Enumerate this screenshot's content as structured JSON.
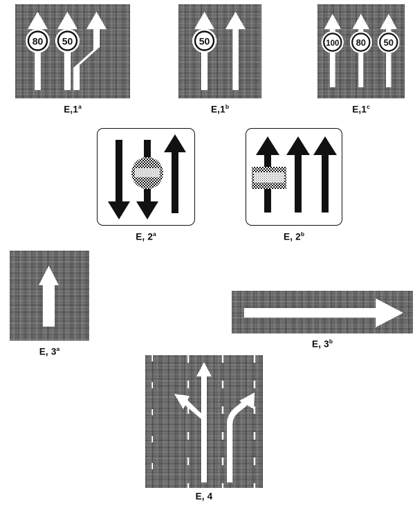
{
  "document": {
    "title": "Road marking / lane-signal reference plate set E",
    "background_color": "#ffffff",
    "ink_color": "#111111",
    "plate_fill": "halftone-50-percent-grey",
    "white_plate_fill": "#ffffff"
  },
  "panels": [
    {
      "id": "E1a",
      "caption_main": "E,1",
      "caption_sup": "a",
      "plate_style": "halftone",
      "arrows": [
        {
          "name": "lane-arrow-left",
          "direction": "up",
          "color": "#ffffff"
        },
        {
          "name": "lane-arrow-middle",
          "direction": "up",
          "color": "#ffffff"
        },
        {
          "name": "lane-arrow-right-merge",
          "direction": "up-curving-right",
          "color": "#ffffff"
        }
      ],
      "speed_roundels": [
        {
          "name": "speed-roundel-80",
          "value": "80",
          "lane": "left"
        },
        {
          "name": "speed-roundel-50",
          "value": "50",
          "lane": "middle"
        }
      ]
    },
    {
      "id": "E1b",
      "caption_main": "E,1",
      "caption_sup": "b",
      "plate_style": "halftone",
      "arrows": [
        {
          "name": "lane-arrow-left",
          "direction": "up",
          "color": "#ffffff"
        },
        {
          "name": "lane-arrow-right",
          "direction": "up",
          "color": "#ffffff"
        }
      ],
      "speed_roundels": [
        {
          "name": "speed-roundel-50",
          "value": "50",
          "lane": "left"
        }
      ]
    },
    {
      "id": "E1c",
      "caption_main": "E,1",
      "caption_sup": "c",
      "plate_style": "halftone",
      "arrows": [
        {
          "name": "lane-arrow-left",
          "direction": "up",
          "color": "#ffffff"
        },
        {
          "name": "lane-arrow-middle",
          "direction": "up",
          "color": "#ffffff"
        },
        {
          "name": "lane-arrow-right",
          "direction": "up",
          "color": "#ffffff"
        }
      ],
      "speed_roundels": [
        {
          "name": "speed-roundel-100",
          "value": "100",
          "lane": "left"
        },
        {
          "name": "speed-roundel-80",
          "value": "80",
          "lane": "middle"
        },
        {
          "name": "speed-roundel-50",
          "value": "50",
          "lane": "right"
        }
      ]
    },
    {
      "id": "E2a",
      "caption_main": "E, 2",
      "caption_sup": "a",
      "plate_style": "white-framed",
      "arrows": [
        {
          "name": "lane-arrow-left",
          "direction": "down",
          "color": "#111111"
        },
        {
          "name": "lane-arrow-middle",
          "direction": "down",
          "color": "#111111"
        },
        {
          "name": "lane-arrow-right",
          "direction": "up",
          "color": "#111111"
        }
      ],
      "badges": [
        {
          "name": "roundel-badge-illegible",
          "shape": "circle",
          "text": "",
          "lane": "middle"
        }
      ]
    },
    {
      "id": "E2b",
      "caption_main": "E, 2",
      "caption_sup": "b",
      "plate_style": "white-framed",
      "arrows": [
        {
          "name": "lane-arrow-left",
          "direction": "up",
          "color": "#111111"
        },
        {
          "name": "lane-arrow-middle",
          "direction": "up",
          "color": "#111111"
        },
        {
          "name": "lane-arrow-right",
          "direction": "up",
          "color": "#111111"
        }
      ],
      "badges": [
        {
          "name": "rectangular-badge-illegible",
          "shape": "rectangle",
          "text": "",
          "lane": "left"
        }
      ]
    },
    {
      "id": "E3a",
      "caption_main": "E, 3",
      "caption_sup": "a",
      "plate_style": "halftone",
      "arrows": [
        {
          "name": "lane-arrow-single",
          "direction": "up",
          "color": "#ffffff"
        }
      ],
      "speed_roundels": []
    },
    {
      "id": "E3b",
      "caption_main": "E, 3",
      "caption_sup": "b",
      "plate_style": "halftone",
      "arrows": [
        {
          "name": "lane-arrow-single",
          "direction": "right",
          "color": "#ffffff"
        }
      ],
      "speed_roundels": []
    },
    {
      "id": "E4",
      "caption_main": "E, 4",
      "caption_sup": "",
      "plate_style": "halftone-with-lane-dashes",
      "arrows": [
        {
          "name": "lane-arrow-through-and-left",
          "direction": "up-with-left-branch",
          "color": "#ffffff"
        },
        {
          "name": "lane-arrow-right-turn",
          "direction": "up-curving-right",
          "color": "#ffffff"
        }
      ],
      "speed_roundels": []
    }
  ]
}
